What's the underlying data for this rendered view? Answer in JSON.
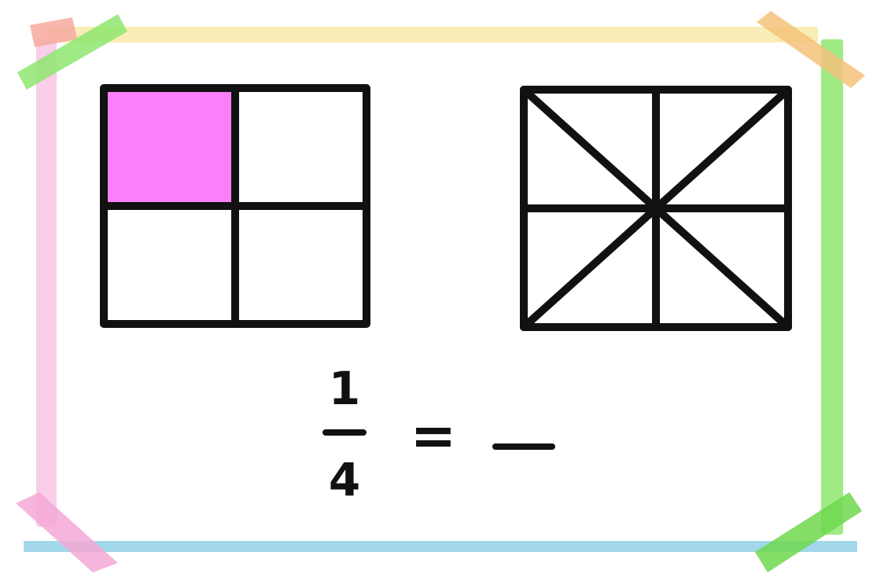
{
  "colors": {
    "shaded": "#FA7FF8",
    "stroke": "#111111",
    "tape_yellow": "#F8E9A8",
    "tape_pink": "#F7C6E4",
    "tape_pink_corner": "#F4A8D6",
    "tape_green": "#8EE66E",
    "tape_green_corner": "#6FD84E",
    "tape_orange": "#F4C27A",
    "tape_blue": "#58B7DC",
    "tape_red_corner": "#F7A9A0"
  },
  "left_square": {
    "rows": 2,
    "cols": 2,
    "shaded_cell": {
      "row": 0,
      "col": 0
    },
    "shaded_parts": 1,
    "total_parts": 4
  },
  "right_square": {
    "rows": 2,
    "cols": 2,
    "diagonals": true,
    "total_parts": 8
  },
  "equation": {
    "numerator": "1",
    "denominator": "4",
    "equals": "=",
    "answer": ""
  }
}
